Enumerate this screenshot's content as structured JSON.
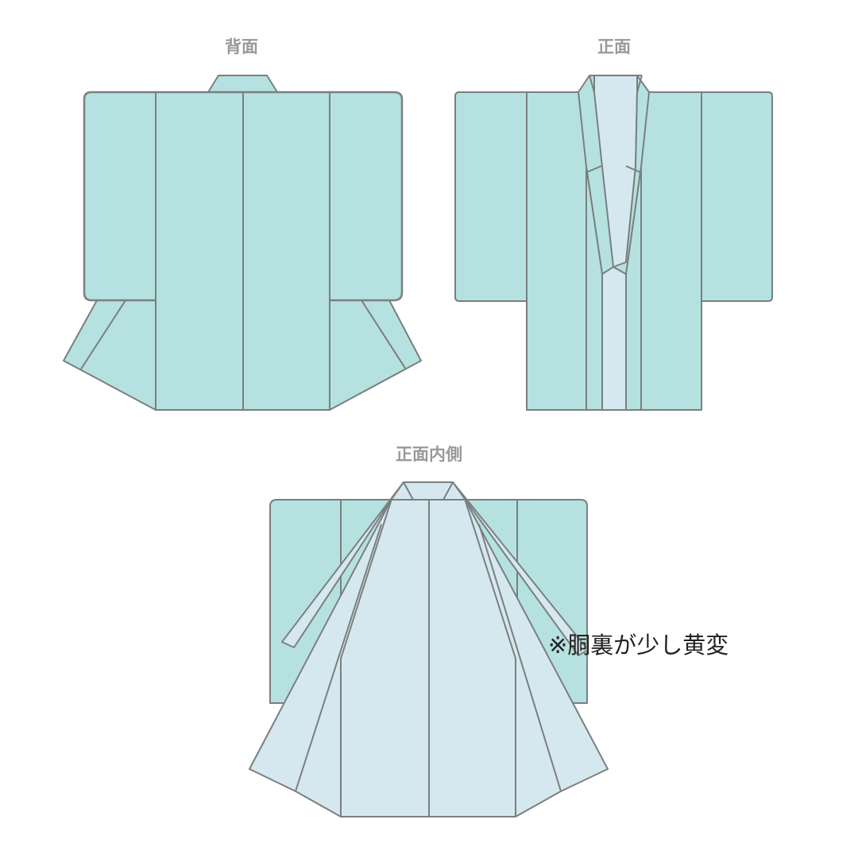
{
  "colors": {
    "outer": "#b5e2e0",
    "lining": "#d6e8ef",
    "stroke": "#7a7f80",
    "label": "#999999",
    "note": "#222222"
  },
  "views": {
    "back": {
      "label": "背面"
    },
    "front": {
      "label": "正面"
    },
    "inside": {
      "label": "正面内側"
    }
  },
  "note": "※胴裏が少し黄変"
}
